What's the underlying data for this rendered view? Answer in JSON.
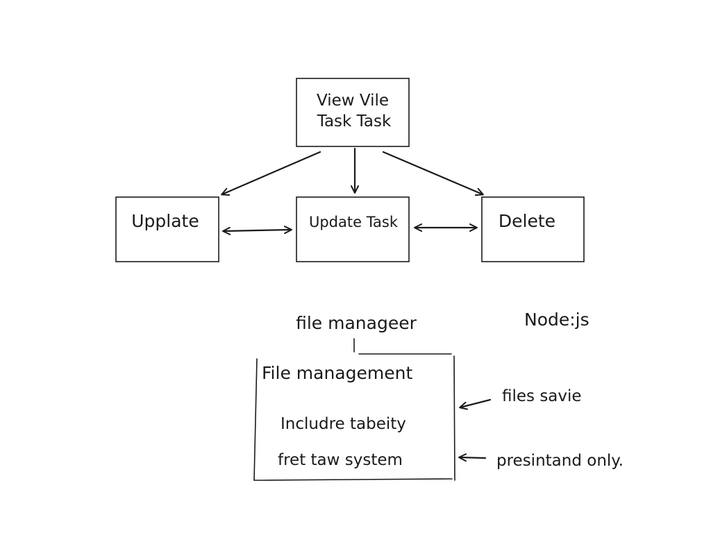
{
  "nodes": {
    "view_task": {
      "line1": "View Vile",
      "line2": "Task Task"
    },
    "update": {
      "label": "Upplate"
    },
    "update_task": {
      "label": "Update Task"
    },
    "delete": {
      "label": "Delete"
    }
  },
  "file_manager": {
    "heading": "file manageer",
    "box_title": "File management",
    "line1": "Includre tabeity",
    "line2": "fret taw system"
  },
  "annotations": {
    "tech": "Node:js",
    "note1": "files savie",
    "note2": "presintand only."
  },
  "colors": {
    "ink": "#1a1a1a",
    "paper": "#ffffff"
  }
}
